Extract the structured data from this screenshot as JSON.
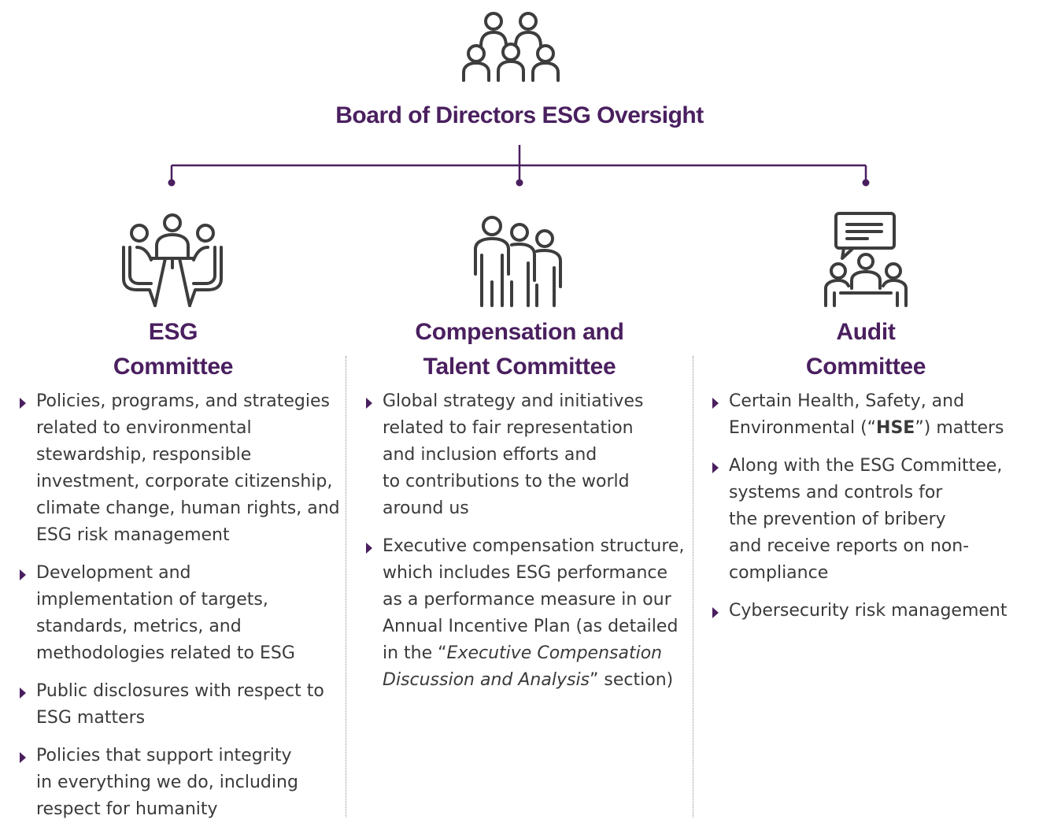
{
  "board": {
    "title": "Board of Directors ESG Oversight",
    "icon": "group-of-people-icon"
  },
  "colors": {
    "accent": "#4a1f5f",
    "text": "#3a3a3a",
    "icon": "#3d3d3d",
    "divider": "#8a8a8a"
  },
  "committees": [
    {
      "title_lines": [
        "ESG",
        "Committee"
      ],
      "icon": "meeting-table-icon",
      "bullets": [
        {
          "lines": [
            "Policies, programs, and strategies",
            "related to environmental",
            "stewardship, responsible",
            "investment, corporate citizenship,",
            "climate change, human rights, and",
            "ESG risk management"
          ]
        },
        {
          "lines": [
            "Development and",
            "implementation of targets,",
            "standards, metrics, and",
            "methodologies related to ESG"
          ]
        },
        {
          "lines": [
            "Public disclosures with respect to",
            "ESG matters"
          ]
        },
        {
          "lines": [
            "Policies that support integrity",
            "in everything we do, including",
            "respect for humanity"
          ]
        }
      ]
    },
    {
      "title_lines": [
        "Compensation and",
        "Talent Committee"
      ],
      "icon": "three-people-standing-icon",
      "bullets": [
        {
          "lines": [
            "Global strategy and initiatives",
            "related to fair representation",
            "and inclusion efforts and",
            "to contributions to the world",
            "around us"
          ]
        },
        {
          "lines": [
            "Executive compensation structure,",
            "which includes ESG performance",
            "as a performance measure in our",
            "Annual Incentive Plan (as detailed"
          ],
          "line5_pre": "in the “",
          "line5_italic": "Executive Compensation",
          "line6_italic": "Discussion and Analysis",
          "line6_post": "” section)"
        }
      ]
    },
    {
      "title_lines": [
        "Audit",
        "Committee"
      ],
      "icon": "meeting-speech-bubble-icon",
      "bullets": [
        {
          "line1": "Certain Health, Safety, and",
          "line2_pre": "Environmental (“",
          "line2_bold": "HSE",
          "line2_post": "”) matters"
        },
        {
          "lines": [
            "Along with the ESG Committee,",
            "systems and controls for",
            "the prevention of bribery",
            "and receive reports on non-",
            "compliance"
          ]
        },
        {
          "lines": [
            "Cybersecurity risk management"
          ]
        }
      ]
    }
  ]
}
